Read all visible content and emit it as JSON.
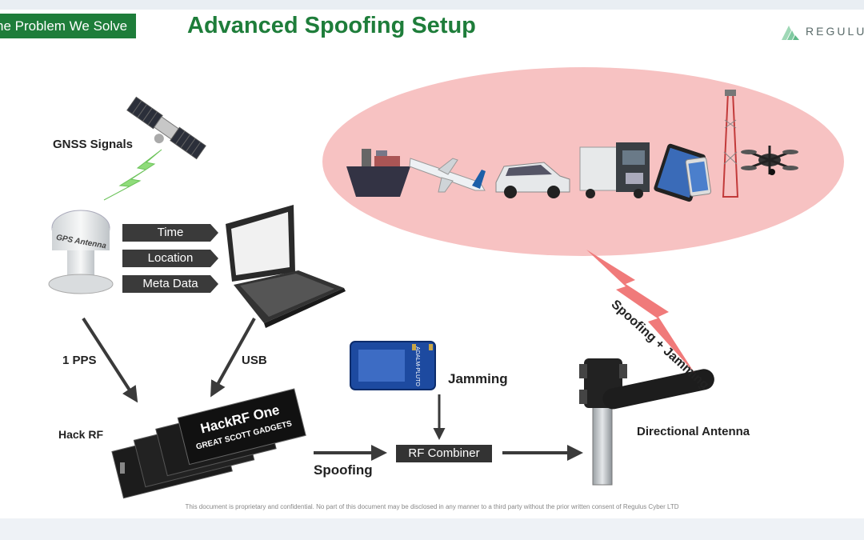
{
  "header": {
    "section_tag": "he Problem We Solve",
    "title": "Advanced Spoofing Setup",
    "brand": "REGULU"
  },
  "labels": {
    "gnss": "GNSS Signals",
    "pps": "1 PPS",
    "usb": "USB",
    "hackrf": "Hack RF",
    "jamming": "Jamming",
    "spoofing": "Spoofing",
    "antenna": "Directional Antenna",
    "spoof_jam": "Spoofing + Jamming",
    "gps_antenna_text": "GPS Antenna",
    "hackrf_box_title": "HackRF One",
    "hackrf_box_sub": "GREAT SCOTT GADGETS",
    "pluto_text": "ADALM-PLUTO"
  },
  "data_pills": [
    "Time",
    "Location",
    "Meta Data"
  ],
  "combiner": "RF Combiner",
  "targets": [
    "ship-icon",
    "airplane-icon",
    "car-icon",
    "truck-icon",
    "tablet-icon",
    "cell-tower-icon",
    "drone-icon"
  ],
  "footer": "This document is proprietary and confidential. No part of this document may be disclosed in any manner to a third party without the prior written consent of Regulus Cyber LTD",
  "colors": {
    "brand_green": "#1e7d3a",
    "target_zone": "#f7c2c2",
    "signal_red": "#f07a7a",
    "gnss_green": "#8fdc7a"
  }
}
